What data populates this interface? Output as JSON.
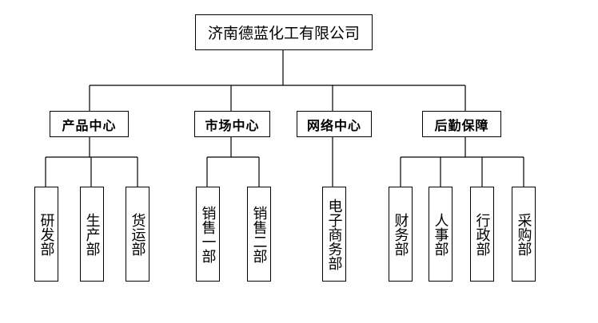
{
  "org_chart": {
    "root": "济南德蓝化工有限公司",
    "divisions": [
      {
        "name": "产品中心",
        "departments": [
          "研发部",
          "生产部",
          "货运部"
        ]
      },
      {
        "name": "市场中心",
        "departments": [
          "销售一部",
          "销售二部"
        ]
      },
      {
        "name": "网络中心",
        "departments": [
          "电子商务部"
        ]
      },
      {
        "name": "后勤保障",
        "departments": [
          "财务部",
          "人事部",
          "行政部",
          "采购部"
        ]
      }
    ]
  }
}
